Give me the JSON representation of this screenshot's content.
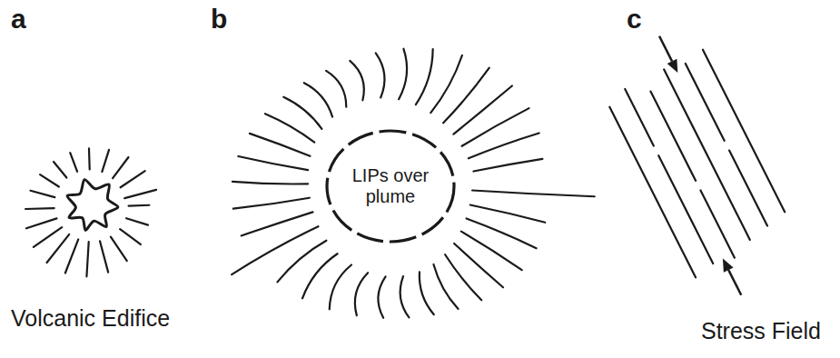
{
  "diagram": {
    "nodes": [
      {
        "text": [
          "LIPs over plume"
        ]
      }
    ],
    "labels": [
      "a",
      "b",
      "c",
      "Volcanic Edifice",
      "Stress Field"
    ]
  }
}
